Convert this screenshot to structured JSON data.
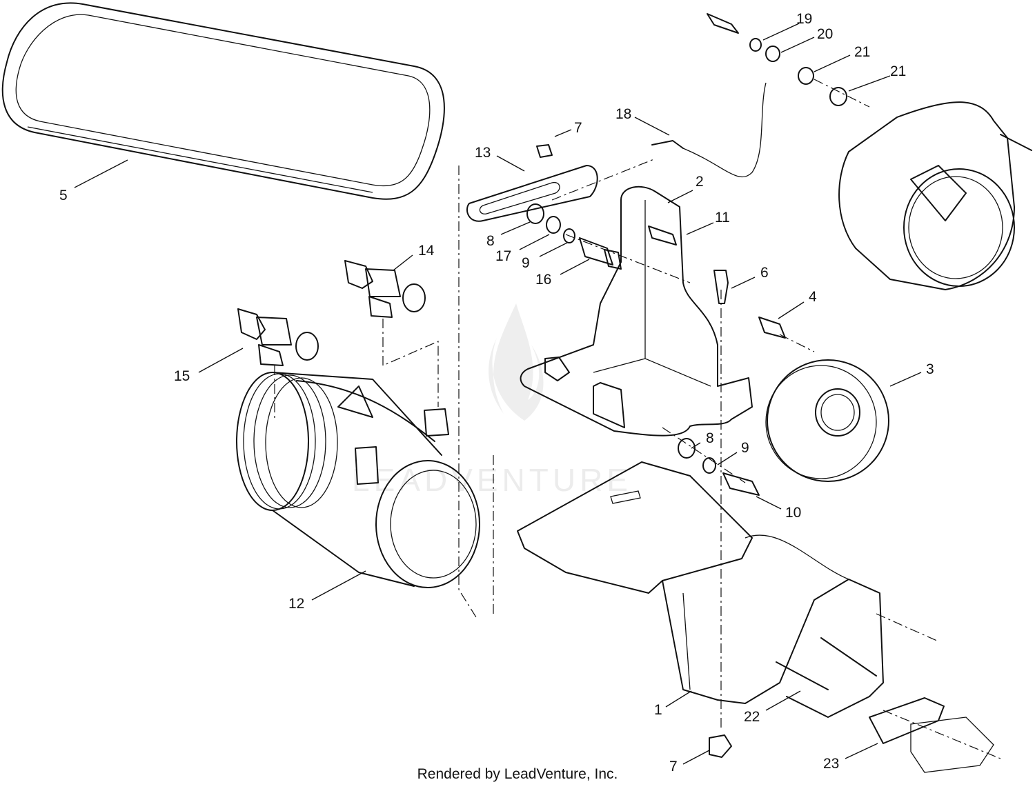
{
  "diagram": {
    "callouts": [
      {
        "id": "c1",
        "label": "1"
      },
      {
        "id": "c2",
        "label": "2"
      },
      {
        "id": "c3",
        "label": "3"
      },
      {
        "id": "c4",
        "label": "4"
      },
      {
        "id": "c5",
        "label": "5"
      },
      {
        "id": "c6",
        "label": "6"
      },
      {
        "id": "c7a",
        "label": "7"
      },
      {
        "id": "c7b",
        "label": "7"
      },
      {
        "id": "c8a",
        "label": "8"
      },
      {
        "id": "c8b",
        "label": "8"
      },
      {
        "id": "c9a",
        "label": "9"
      },
      {
        "id": "c9b",
        "label": "9"
      },
      {
        "id": "c10",
        "label": "10"
      },
      {
        "id": "c11",
        "label": "11"
      },
      {
        "id": "c12",
        "label": "12"
      },
      {
        "id": "c13",
        "label": "13"
      },
      {
        "id": "c14",
        "label": "14"
      },
      {
        "id": "c15",
        "label": "15"
      },
      {
        "id": "c16",
        "label": "16"
      },
      {
        "id": "c17",
        "label": "17"
      },
      {
        "id": "c18",
        "label": "18"
      },
      {
        "id": "c19",
        "label": "19"
      },
      {
        "id": "c20",
        "label": "20"
      },
      {
        "id": "c21a",
        "label": "21"
      },
      {
        "id": "c21b",
        "label": "21"
      },
      {
        "id": "c22",
        "label": "22"
      },
      {
        "id": "c23",
        "label": "23"
      }
    ],
    "watermark": "LEADVENTURE",
    "footer": "Rendered by LeadVenture, Inc."
  },
  "colors": {
    "line": "#111111",
    "background": "#ffffff",
    "watermark": "#ececec"
  }
}
